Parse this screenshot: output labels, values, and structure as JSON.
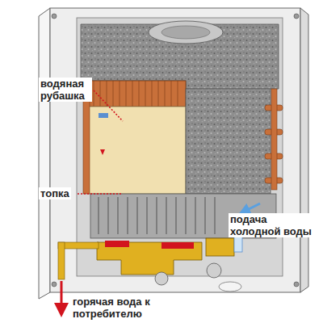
{
  "diagram": {
    "labels": [
      "водяная рубашка",
      "топка",
      "подача холодной воды",
      "горячая вода к потребителю"
    ]
  }
}
